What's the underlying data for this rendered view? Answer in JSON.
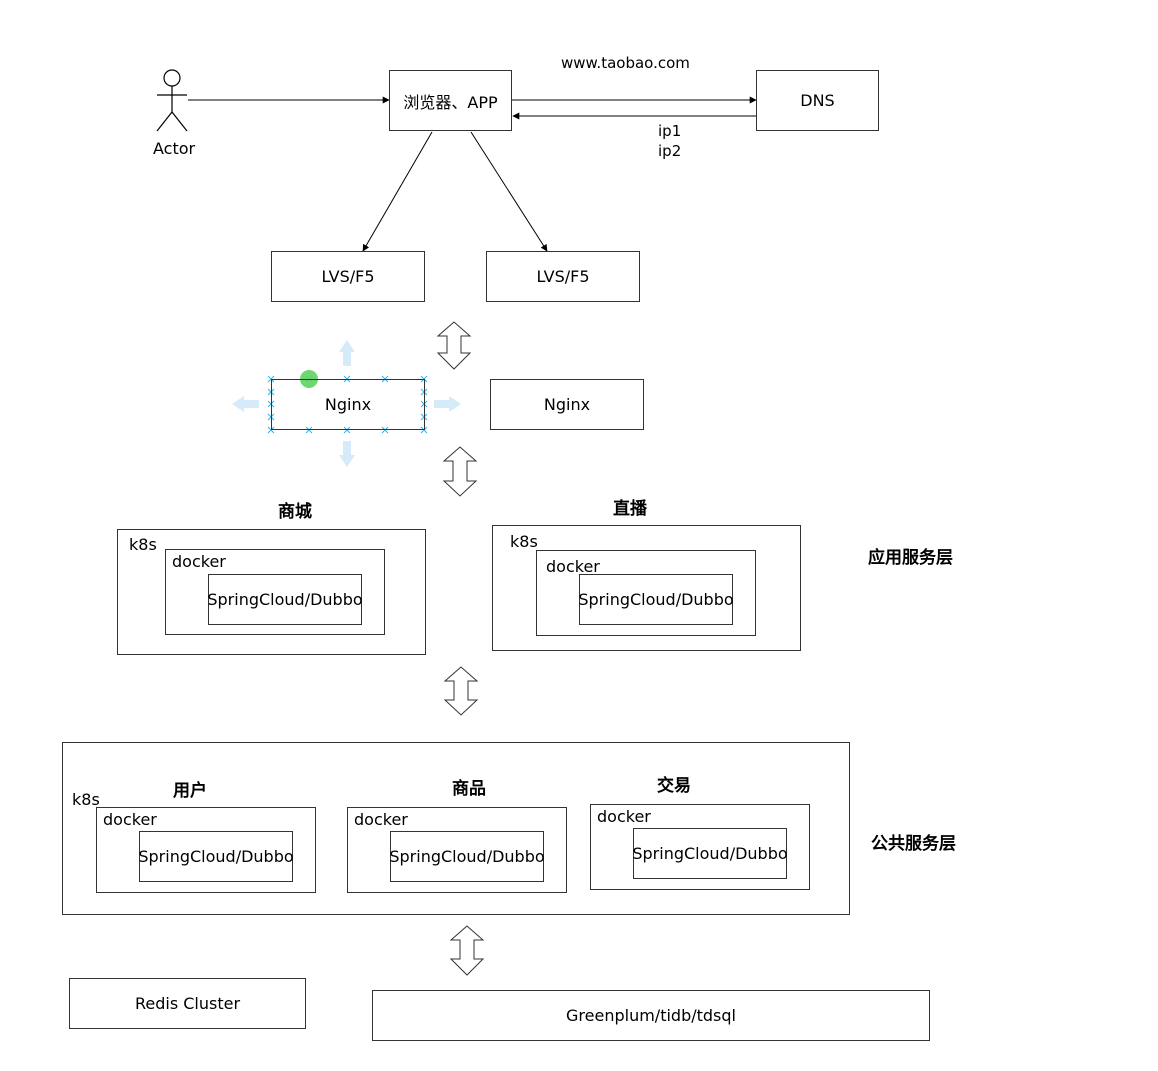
{
  "actor": {
    "label": "Actor"
  },
  "client": {
    "label": "浏览器、APP"
  },
  "dns": {
    "label": "DNS",
    "domain": "www.taobao.com",
    "reply_ip1": "ip1",
    "reply_ip2": "ip2"
  },
  "lvs": {
    "label": "LVS/F5"
  },
  "nginx": {
    "label": "Nginx"
  },
  "app_layer": {
    "label": "应用服务层",
    "groups": [
      {
        "title": "商城",
        "k8s": "k8s",
        "docker": "docker",
        "service": "SpringCloud/Dubbo"
      },
      {
        "title": "直播",
        "k8s": "k8s",
        "docker": "docker",
        "service": "SpringCloud/Dubbo"
      }
    ]
  },
  "common_layer": {
    "label": "公共服务层",
    "k8s": "k8s",
    "groups": [
      {
        "title": "用户",
        "docker": "docker",
        "service": "SpringCloud/Dubbo"
      },
      {
        "title": "商品",
        "docker": "docker",
        "service": "SpringCloud/Dubbo"
      },
      {
        "title": "交易",
        "docker": "docker",
        "service": "SpringCloud/Dubbo"
      }
    ]
  },
  "storage": {
    "redis": "Redis Cluster",
    "db": "Greenplum/tidb/tdsql"
  },
  "colors": {
    "line": "#000000",
    "selection": "#29b6f2",
    "hint_arrow": "#d6ebfa",
    "handle": "#5fd35f"
  }
}
